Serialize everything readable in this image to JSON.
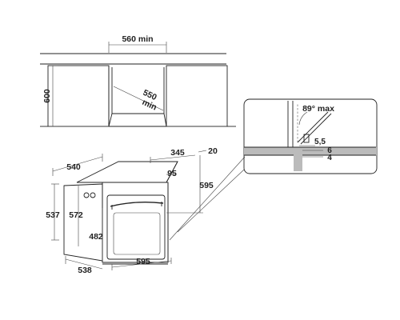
{
  "cabinet": {
    "width_label": "560 min",
    "height_label": "600",
    "depth_label_line1": "550",
    "depth_label_line2": "min"
  },
  "oven": {
    "width_top_label": "540",
    "depth_top_label": "345",
    "offset_top_label": "20",
    "front_label": "95",
    "height_right_label": "595",
    "height_left_label": "537",
    "height_inner_label": "572",
    "door_height_label": "482",
    "width_bottom_label": "595",
    "depth_bottom_label": "538"
  },
  "detail": {
    "angle_label": "89° max",
    "dim_a_label": "5,5",
    "dim_b_label": "6",
    "dim_c_label": "4",
    "accent_color": "#bbbbbb"
  }
}
